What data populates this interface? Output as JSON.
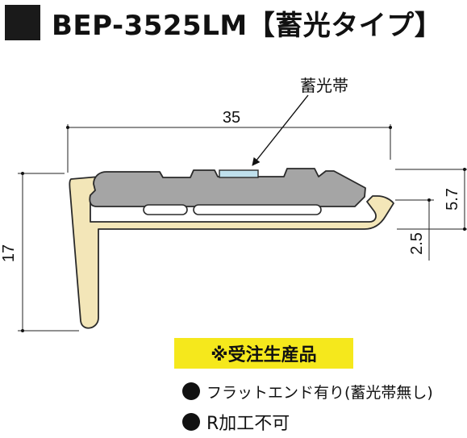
{
  "header": {
    "title": "BEP-3525LM【蓄光タイプ】"
  },
  "diagram": {
    "callout": "蓄光帯",
    "width_label": "35",
    "height_label": "17",
    "right_label": "5.7",
    "lower_label": "2.5"
  },
  "badge": {
    "text": "※受注生産品"
  },
  "notes": [
    {
      "text": "フラットエンド有り(蓄光帯無し)"
    },
    {
      "text": "R加工不可"
    }
  ],
  "colors": {
    "profile_fill": "#f3e6b8",
    "insert_fill": "#a5a5a5",
    "luminous_strip": "#bfe0ec",
    "badge_fill": "#f5e81c"
  }
}
